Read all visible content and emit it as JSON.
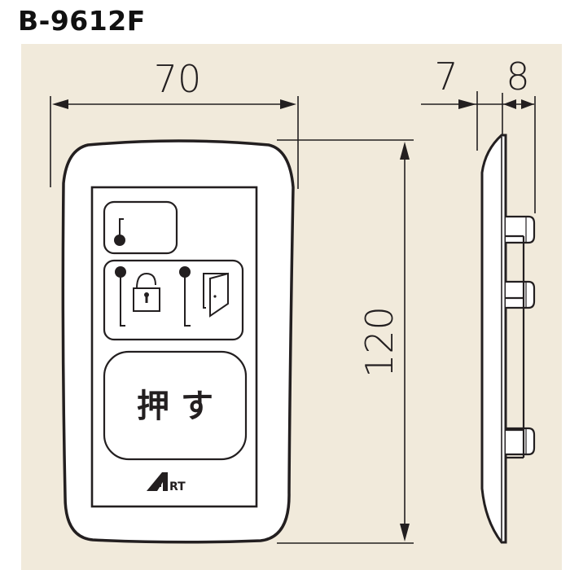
{
  "title": "B-9612F",
  "colors": {
    "background": "#f1eadb",
    "stroke": "#231f20",
    "plate_fill": "#ffffff"
  },
  "dimensions": {
    "width": "70",
    "height": "120",
    "depth_plate": "7",
    "depth_back": "8"
  },
  "front_view": {
    "button_label": "押 す",
    "logo": "ART",
    "icons": [
      "switch-single-icon",
      "switch-lock-icon",
      "unlocked-padlock-icon",
      "switch-door-icon",
      "open-door-icon"
    ]
  }
}
